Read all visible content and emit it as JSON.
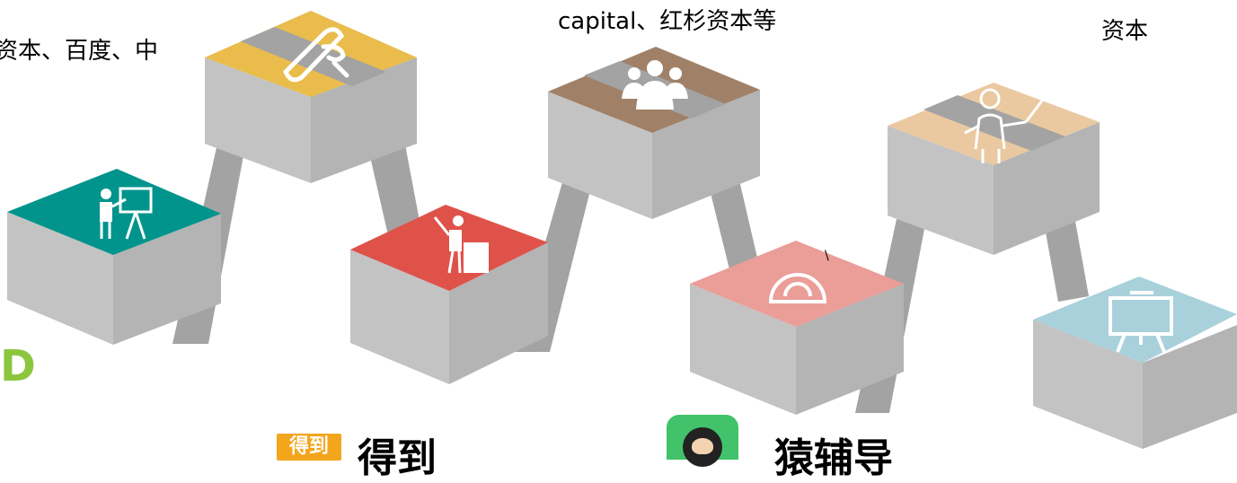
{
  "texts": {
    "label_left": "资本、百度、中",
    "label_center": "capital、红杉资本等",
    "label_right": "资本",
    "stray_mark": "\\",
    "green_letter": "D",
    "dedao_badge": "得到",
    "dedao_name": "得到",
    "app_name": "猿辅导"
  },
  "boxes": [
    {
      "id": "box-1",
      "color": "#00948c",
      "icon": "teacher-at-board-icon"
    },
    {
      "id": "box-2",
      "color": "#e9bc4c",
      "icon": "diploma-scroll-icon"
    },
    {
      "id": "box-3",
      "color": "#df524a",
      "icon": "lecturer-at-podium-icon"
    },
    {
      "id": "box-4",
      "color": "#a08168",
      "icon": "group-of-people-icon"
    },
    {
      "id": "box-5",
      "color": "#eb9d98",
      "icon": "protractor-icon"
    },
    {
      "id": "box-6",
      "color": "#eac9a1",
      "icon": "professor-with-pointer-icon"
    },
    {
      "id": "box-7",
      "color": "#a9d1dc",
      "icon": "presentation-board-icon"
    }
  ],
  "colors": {
    "box_side_left": "#c3c3c3",
    "box_side_right": "#b4b4b4",
    "band": "#a3a3a3",
    "icon_white": "#ffffff",
    "dedao_orange": "#f3a51c",
    "app_green": "#42c26a",
    "logo_green": "#8cc63f"
  }
}
